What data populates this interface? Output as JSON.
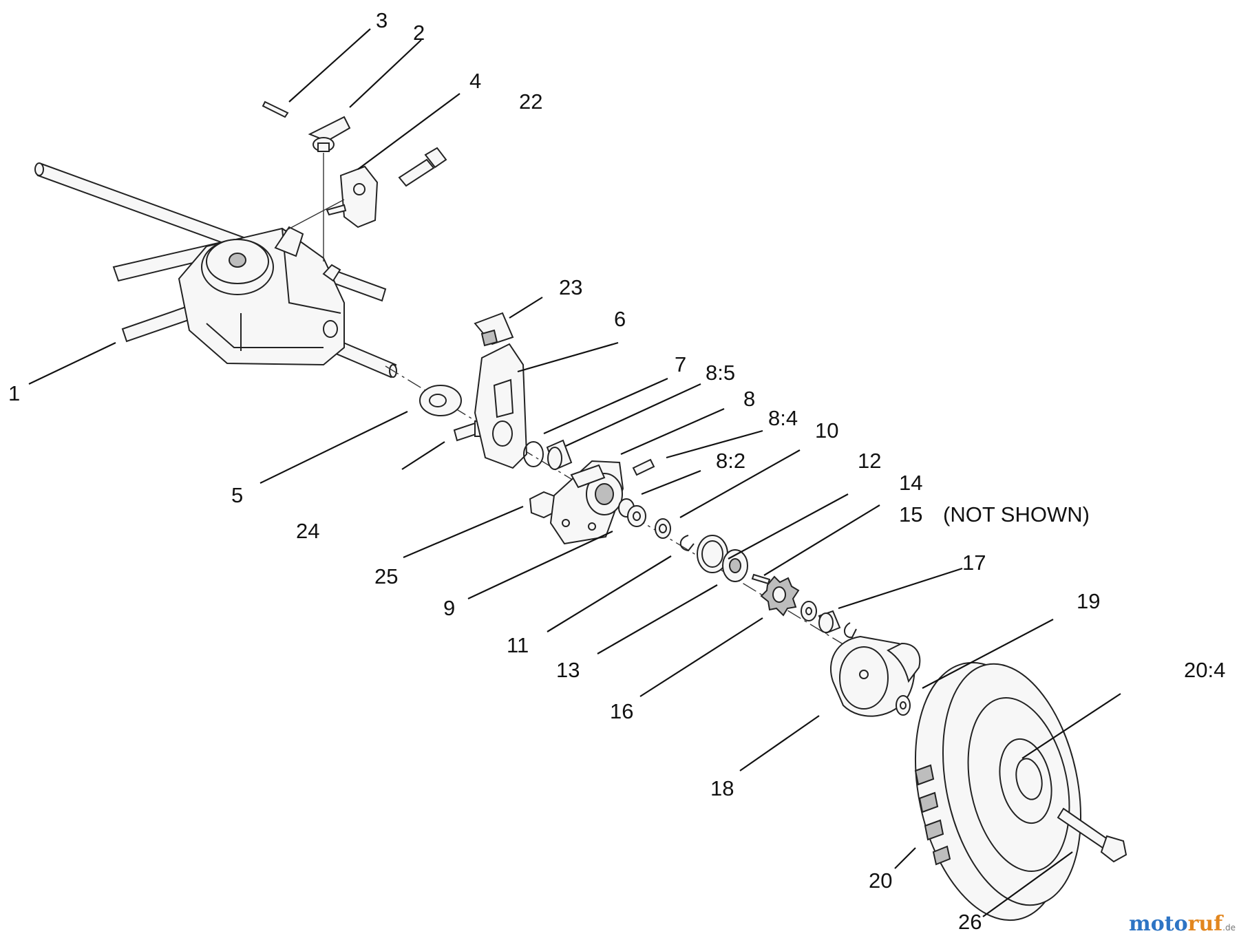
{
  "callouts": {
    "p1": "1",
    "p2": "2",
    "p3": "3",
    "p4": "4",
    "p5": "5",
    "p6": "6",
    "p7": "7",
    "p8_5": "8:5",
    "p8": "8",
    "p8_4": "8:4",
    "p8_2": "8:2",
    "p9": "9",
    "p10": "10",
    "p11": "11",
    "p12": "12",
    "p13": "13",
    "p14": "14",
    "p15": "15",
    "not_shown": "(NOT SHOWN)",
    "p16": "16",
    "p17": "17",
    "p18": "18",
    "p19": "19",
    "p20": "20",
    "p20_4": "20:4",
    "p22": "22",
    "p23": "23",
    "p24": "24",
    "p25": "25",
    "p26": "26"
  },
  "watermark": {
    "part1": "moto",
    "part2": "ruf",
    "suffix": ".de",
    "color_primary": "#2d74c4",
    "color_accent": "#e2861e"
  }
}
